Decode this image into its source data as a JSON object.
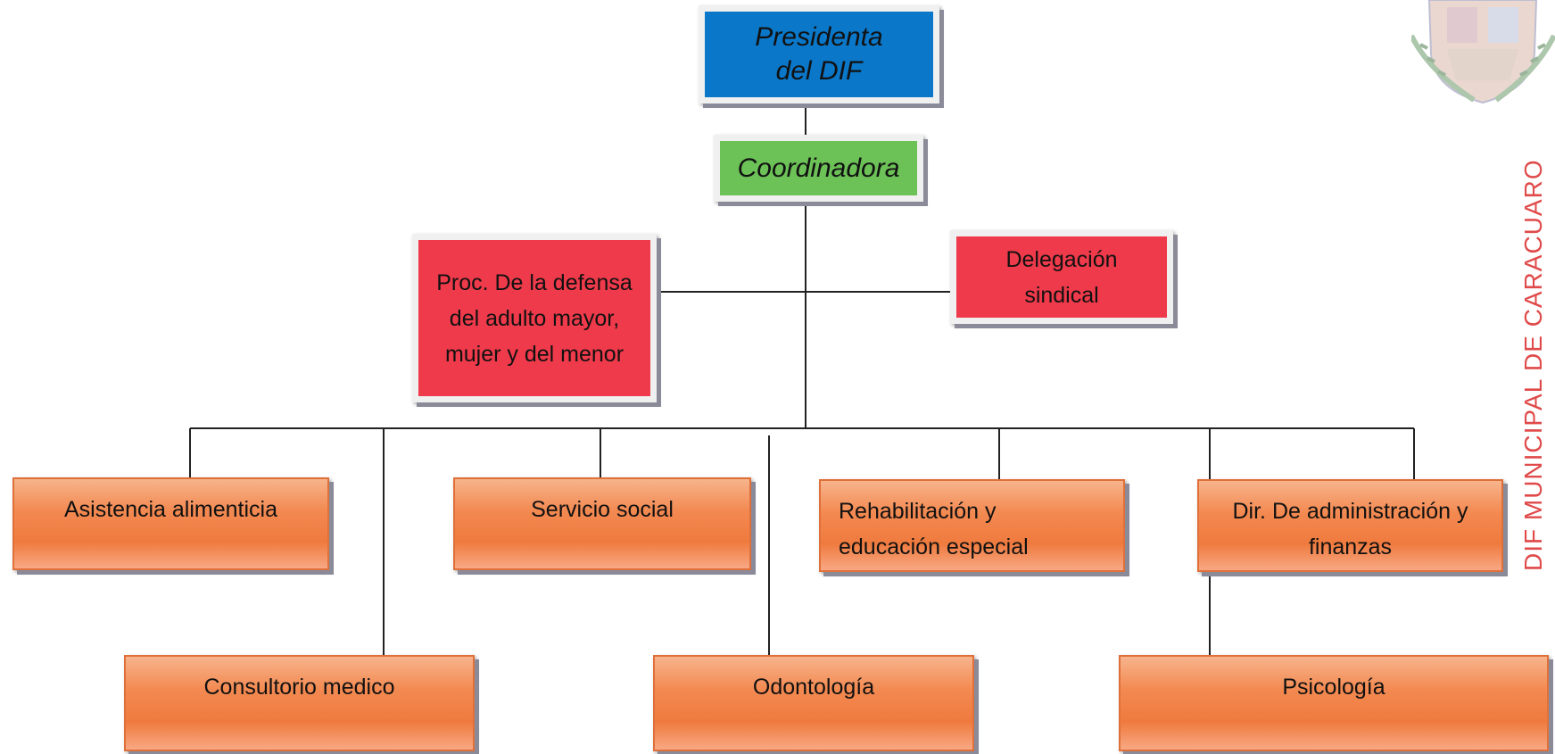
{
  "org_chart": {
    "top": "Presidenta del DIF",
    "coordinator": "Coordinadora",
    "side_left": "Proc. De la defensa del adulto mayor, mujer y del menor",
    "side_right": "Delegación sindical",
    "row1": [
      "Asistencia alimenticia",
      "Servicio social",
      "Rehabilitación y educación especial",
      "Dir. De administración y finanzas"
    ],
    "row2": [
      "Consultorio medico",
      "Odontología",
      "Psicología"
    ]
  },
  "side_banner": "DIF MUNICIPAL DE CARACUARO",
  "colors": {
    "top": "#0a77c9",
    "coordinator": "#6cc157",
    "side_boxes": "#ee3a4a",
    "department_boxes": "#f38a52",
    "banner_text": "#e04a4a"
  }
}
